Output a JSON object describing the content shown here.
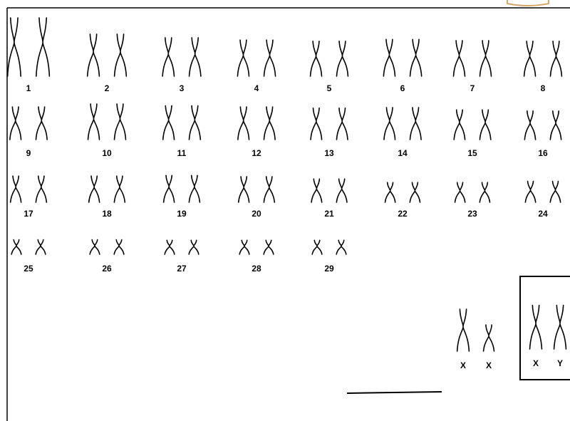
{
  "karyotype": {
    "autosomes": [
      {
        "label": "1",
        "size": 1.0
      },
      {
        "label": "2",
        "size": 0.72
      },
      {
        "label": "3",
        "size": 0.66
      },
      {
        "label": "4",
        "size": 0.62
      },
      {
        "label": "5",
        "size": 0.6
      },
      {
        "label": "6",
        "size": 0.63
      },
      {
        "label": "7",
        "size": 0.61
      },
      {
        "label": "8",
        "size": 0.6
      },
      {
        "label": "9",
        "size": 0.56
      },
      {
        "label": "10",
        "size": 0.61
      },
      {
        "label": "11",
        "size": 0.58
      },
      {
        "label": "12",
        "size": 0.56
      },
      {
        "label": "13",
        "size": 0.54
      },
      {
        "label": "14",
        "size": 0.55
      },
      {
        "label": "15",
        "size": 0.51
      },
      {
        "label": "16",
        "size": 0.49
      },
      {
        "label": "17",
        "size": 0.45
      },
      {
        "label": "18",
        "size": 0.45
      },
      {
        "label": "19",
        "size": 0.46
      },
      {
        "label": "20",
        "size": 0.44
      },
      {
        "label": "21",
        "size": 0.4
      },
      {
        "label": "22",
        "size": 0.34
      },
      {
        "label": "23",
        "size": 0.34
      },
      {
        "label": "24",
        "size": 0.36
      },
      {
        "label": "25",
        "size": 0.25
      },
      {
        "label": "26",
        "size": 0.25
      },
      {
        "label": "27",
        "size": 0.24
      },
      {
        "label": "28",
        "size": 0.24
      },
      {
        "label": "29",
        "size": 0.24
      }
    ],
    "sex_female": [
      {
        "label": "X",
        "size": 0.72
      },
      {
        "label": "X",
        "size": 0.45
      }
    ],
    "sex_male_boxed": [
      {
        "label": "X",
        "size": 0.75
      },
      {
        "label": "Y",
        "size": 0.75
      }
    ]
  }
}
